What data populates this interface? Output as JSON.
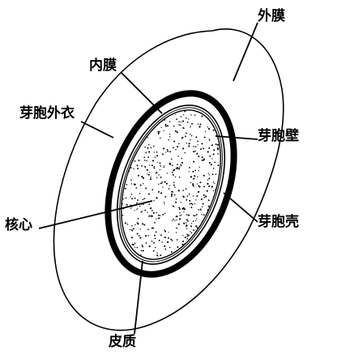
{
  "labels": {
    "outer_membrane": "外膜",
    "inner_membrane": "内膜",
    "exosporium": "芽胞外衣",
    "spore_wall": "芽胞壁",
    "core": "核心",
    "spore_coat": "芽胞壳",
    "cortex": "皮质"
  },
  "colors": {
    "ink": "#000000",
    "background": "#ffffff"
  }
}
